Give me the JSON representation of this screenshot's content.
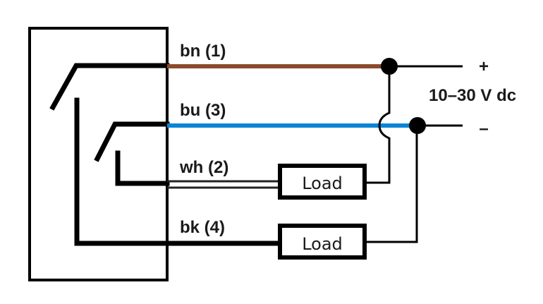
{
  "diagram": {
    "type": "sensor-wiring",
    "colors": {
      "brown": "#8B4A2B",
      "blue": "#0A85D4",
      "black": "#000000",
      "white": "#ffffff"
    },
    "wires": [
      {
        "id": "bn",
        "label": "bn (1)",
        "color": "brown",
        "terminal": "+"
      },
      {
        "id": "bu",
        "label": "bu (3)",
        "color": "blue",
        "terminal": "-"
      },
      {
        "id": "wh",
        "label": "wh (2)",
        "color": "white",
        "load": "Load"
      },
      {
        "id": "bk",
        "label": "bk (4)",
        "color": "black",
        "load": "Load"
      }
    ],
    "loads": [
      {
        "label": "Load"
      },
      {
        "label": "Load"
      }
    ],
    "supply": {
      "plus": "+",
      "minus": "–",
      "voltage": "10–30 V dc"
    }
  }
}
